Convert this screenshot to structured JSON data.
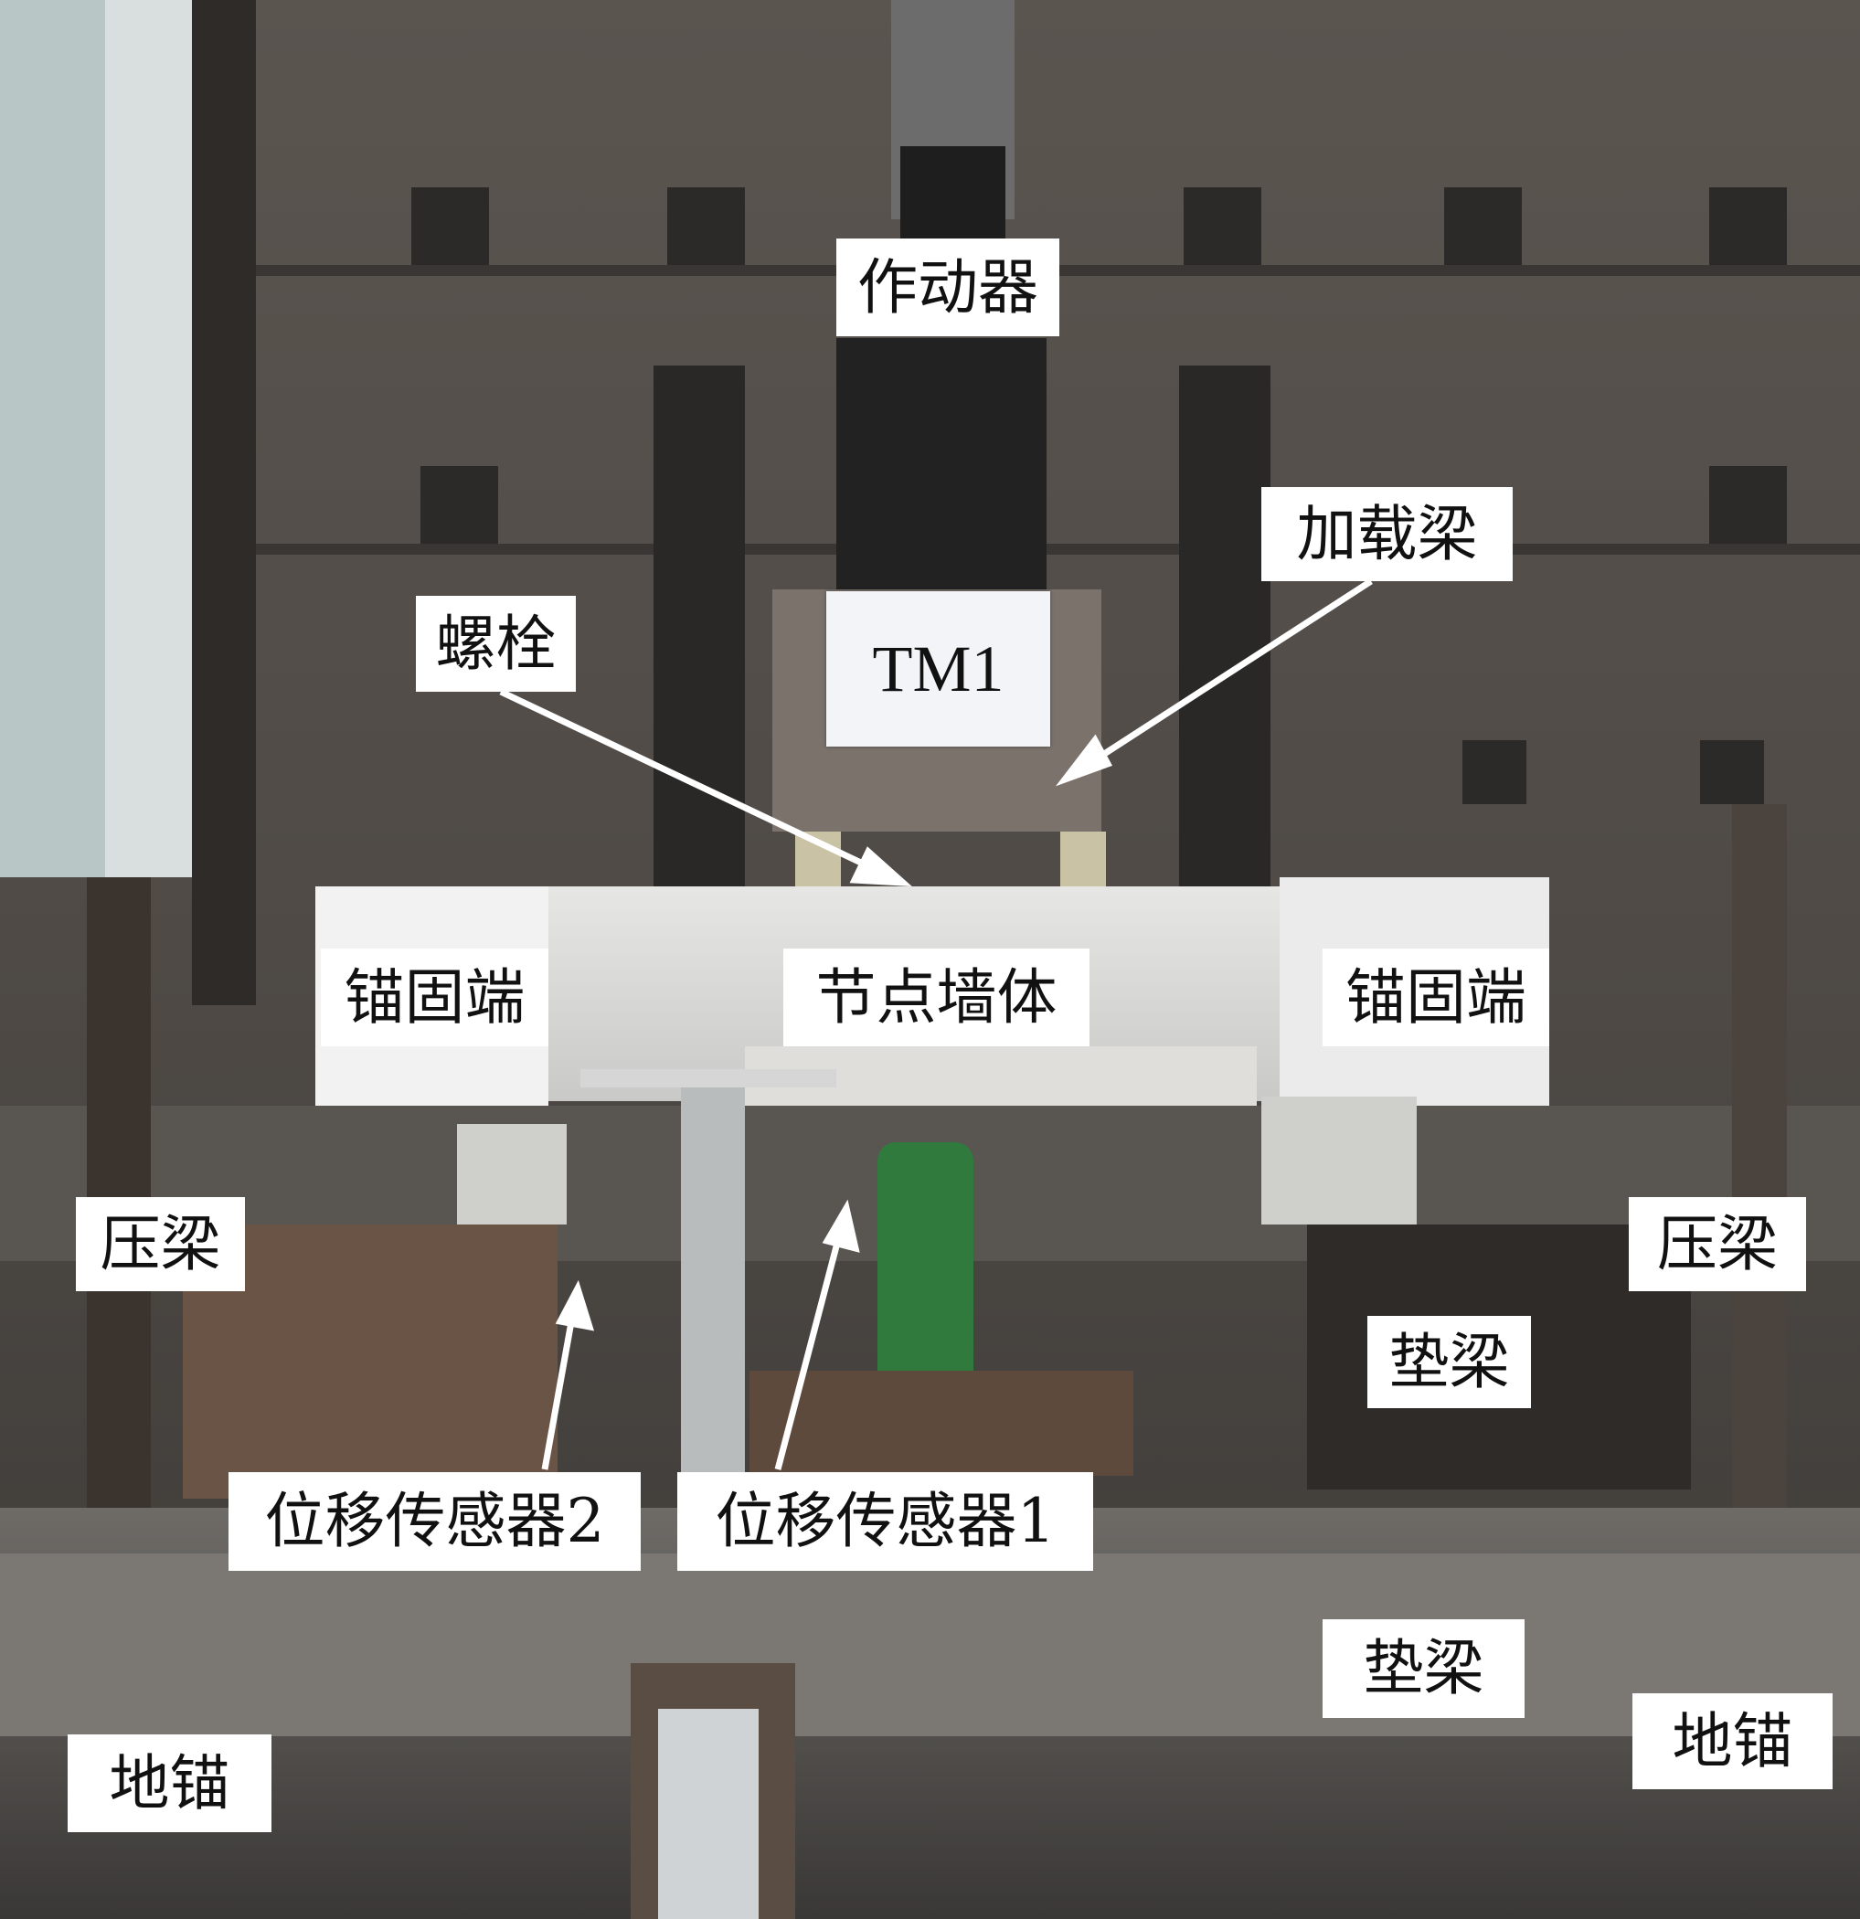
{
  "labels": {
    "actuator": "作动器",
    "loading_beam": "加载梁",
    "bolt": "螺栓",
    "specimen_tag": "TM1",
    "anchorage_end_left": "锚固端",
    "joint_wall": "节点墙体",
    "anchorage_end_right": "锚固端",
    "pressure_beam_left": "压梁",
    "pressure_beam_right": "压梁",
    "cushion_beam_upper": "垫梁",
    "displacement_sensor_2": "位移传感器2",
    "displacement_sensor_1": "位移传感器1",
    "cushion_beam_lower": "垫梁",
    "ground_anchor_right": "地锚",
    "ground_anchor_left": "地锚"
  },
  "colors": {
    "label_bg": "#ffffff",
    "arrow": "#ffffff",
    "jack": "#2f7a3c"
  }
}
